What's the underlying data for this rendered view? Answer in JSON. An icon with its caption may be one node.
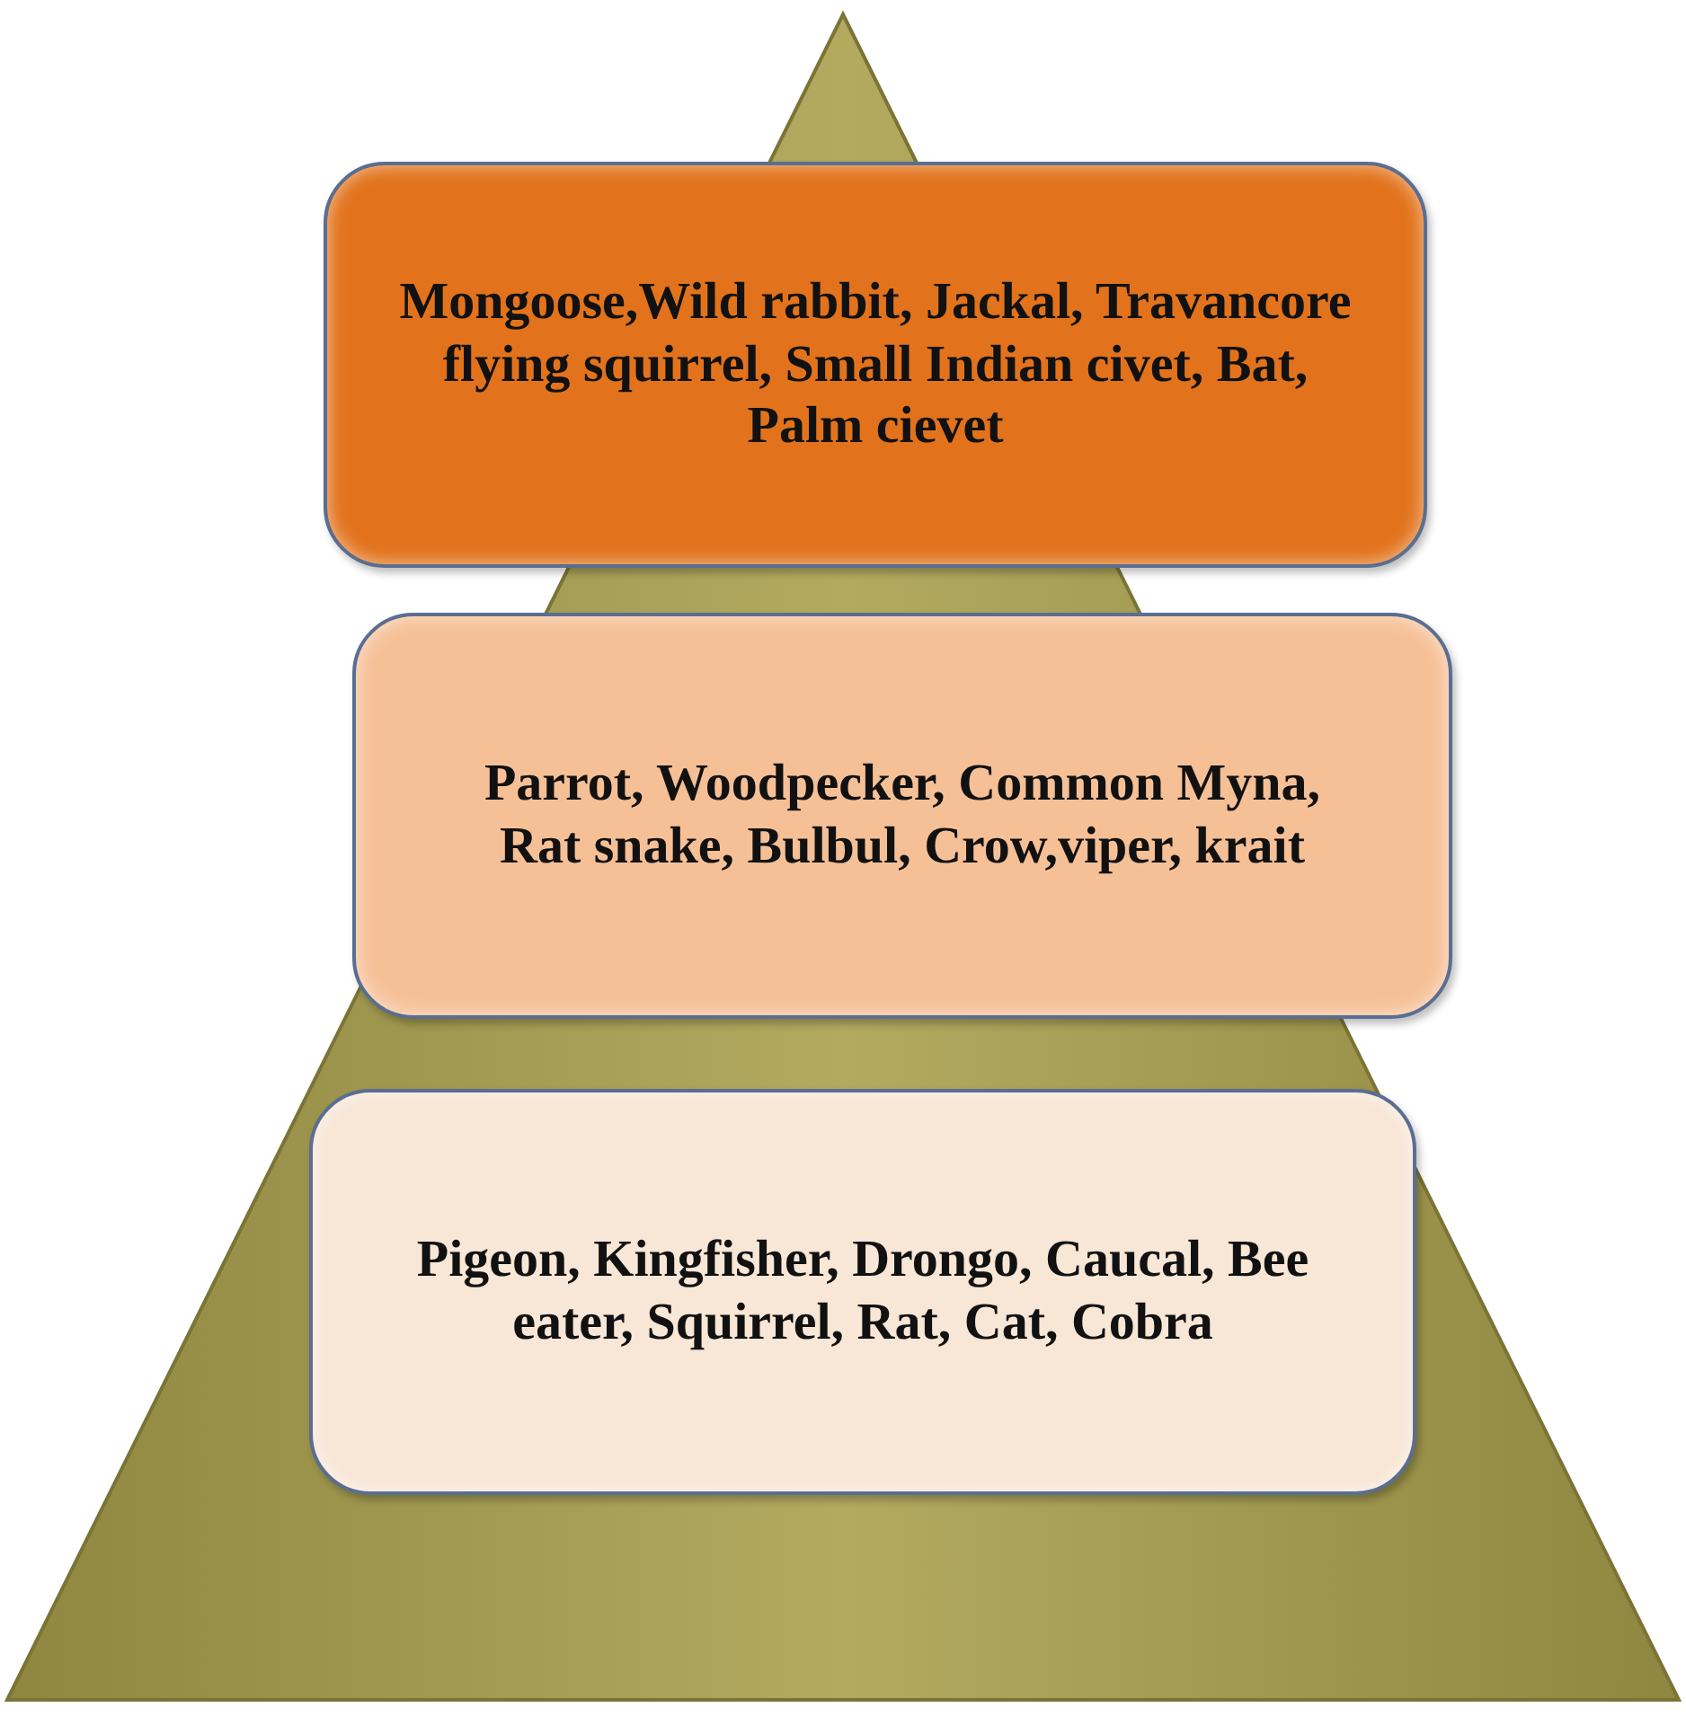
{
  "diagram": {
    "nodes": [
      {
        "text": [
          "Mongoose,Wild rabbit, Jackal, Travancore flying squirrel, Small Indian civet, Bat, Palm cievet"
        ]
      },
      {
        "text": [
          "Parrot, Woodpecker, Common Myna, Rat snake, Bulbul, Crow,viper, krait"
        ]
      },
      {
        "text": [
          "Pigeon, Kingfisher, Drongo, Caucal, Bee eater, Squirrel, Rat, Cat, Cobra"
        ]
      }
    ],
    "edges": []
  }
}
